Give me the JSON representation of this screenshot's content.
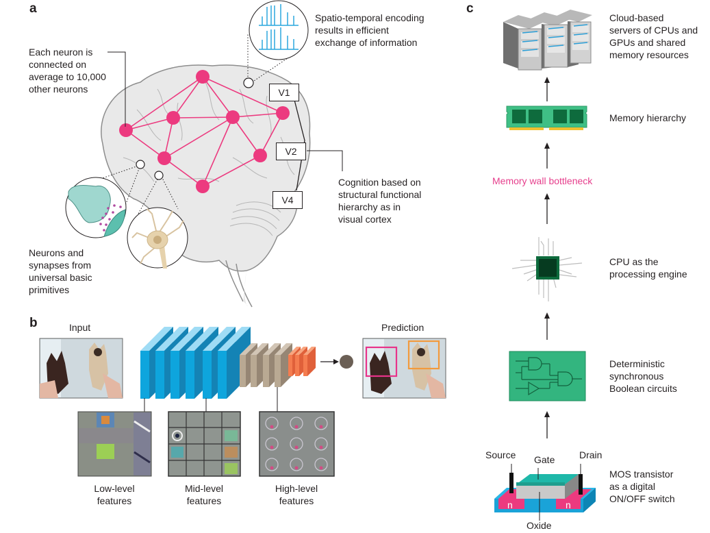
{
  "panels": {
    "a": {
      "label": "a",
      "annotations": {
        "neuron_connections": "Each neuron is\nconnected on\naverage to 10,000\nother neurons",
        "spatiotemporal": "Spatio-temporal encoding\nresults in efficient\nexchange of information",
        "cognition": "Cognition based on\nstructural functional\nhierarchy as in\nvisual cortex",
        "primitives": "Neurons and\nsynapses from\nuniversal basic\nprimitives"
      },
      "visual_areas": [
        "V1",
        "V2",
        "V4"
      ],
      "colors": {
        "node": "#ec3a7f",
        "edge": "#ec3a7f",
        "brain": "#e9e9e9"
      }
    },
    "b": {
      "label": "b",
      "input_label": "Input",
      "prediction_label": "Prediction",
      "features": [
        {
          "label": "Low-level\nfeatures"
        },
        {
          "label": "Mid-level\nfeatures"
        },
        {
          "label": "High-level\nfeatures"
        }
      ],
      "colors": {
        "conv_blue": "#0ea5dd",
        "conv_tan": "#b9a993",
        "conv_orange": "#f47c4f",
        "box_dog": "#e8338a",
        "box_cat": "#f39a3c"
      }
    },
    "c": {
      "label": "c",
      "stack": [
        {
          "name": "cloud",
          "text": "Cloud-based\nservers of CPUs and\nGPUs and shared\nmemory resources"
        },
        {
          "name": "memory",
          "text": "Memory hierarchy"
        },
        {
          "name": "bottleneck",
          "text": "Memory wall bottleneck"
        },
        {
          "name": "cpu",
          "text": "CPU as the\nprocessing engine"
        },
        {
          "name": "circuits",
          "text": "Deterministic\nsynchronous\nBoolean circuits"
        },
        {
          "name": "transistor",
          "text": "MOS transistor\nas a digital\nON/OFF switch"
        }
      ],
      "transistor_labels": {
        "source": "Source",
        "gate": "Gate",
        "drain": "Drain",
        "oxide": "Oxide",
        "n_left": "n",
        "n_right": "n"
      },
      "colors": {
        "bottleneck": "#e63e8c",
        "circuit_green": "#33b57f",
        "chip_green": "#0c6b3c"
      }
    }
  }
}
